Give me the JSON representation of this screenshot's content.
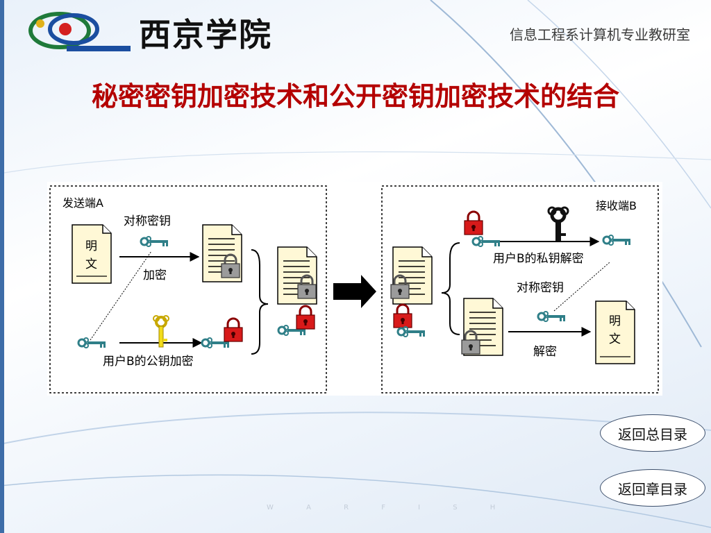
{
  "header": {
    "logo_icon": "xijing-university-logo",
    "school_name": "西京学院",
    "department": "信息工程系计算机专业教研室"
  },
  "slide": {
    "title": "秘密密钥加密技术和公开密钥加密技术的结合"
  },
  "diagram": {
    "sender_label": "发送端A",
    "symmetric_key_label": "对称密钥",
    "encrypt_label": "加密",
    "plaintext_line1": "明",
    "plaintext_line2": "文",
    "public_key_label": "用户B的公钥加密",
    "receiver_label": "接收端B",
    "private_key_label": "用户B的私钥解密",
    "symmetric_key_label_b": "对称密钥",
    "decrypt_label": "解密",
    "plaintext_b_line1": "明",
    "plaintext_b_line2": "文",
    "colors": {
      "red_lock": "#d81a1a",
      "grey_lock": "#8e8e8e",
      "key_teal": "#2f7f88",
      "public_key_yellow": "#f2dc1a",
      "private_key_black": "#111111",
      "document_fill": "#fff8d6"
    }
  },
  "nav": {
    "main_menu": "返回总目录",
    "chapter_menu": "返回章目录"
  },
  "watermark": "W A R F I S H"
}
